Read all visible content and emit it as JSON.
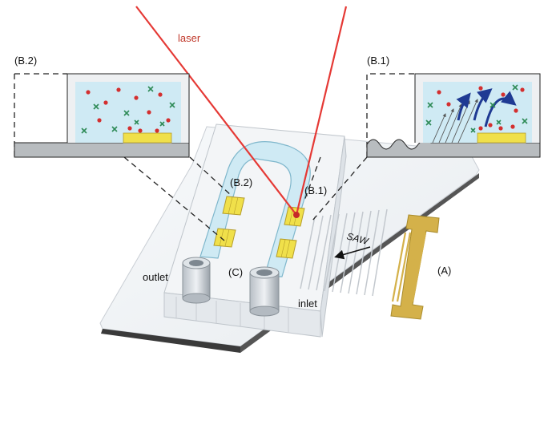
{
  "labels": {
    "laser": "laser",
    "inset_left": "(B.2)",
    "inset_right": "(B.1)",
    "channel_left": "(B.2)",
    "channel_right": "(B.1)",
    "saw": "SAW",
    "transducer": "(A)",
    "chamber": "(C)",
    "outlet": "outlet",
    "inlet": "inlet"
  },
  "colors": {
    "laser": "#e53935",
    "fluid": "#cfeaf4",
    "electrode": "#d4b14a",
    "sensor": "#f0e04a",
    "particle_red": "#d32f2f",
    "particle_green": "#2e8b57",
    "stream": "#1f3a93",
    "glass_edge": "#c9ced4",
    "substrate": "#a0a0a0"
  }
}
